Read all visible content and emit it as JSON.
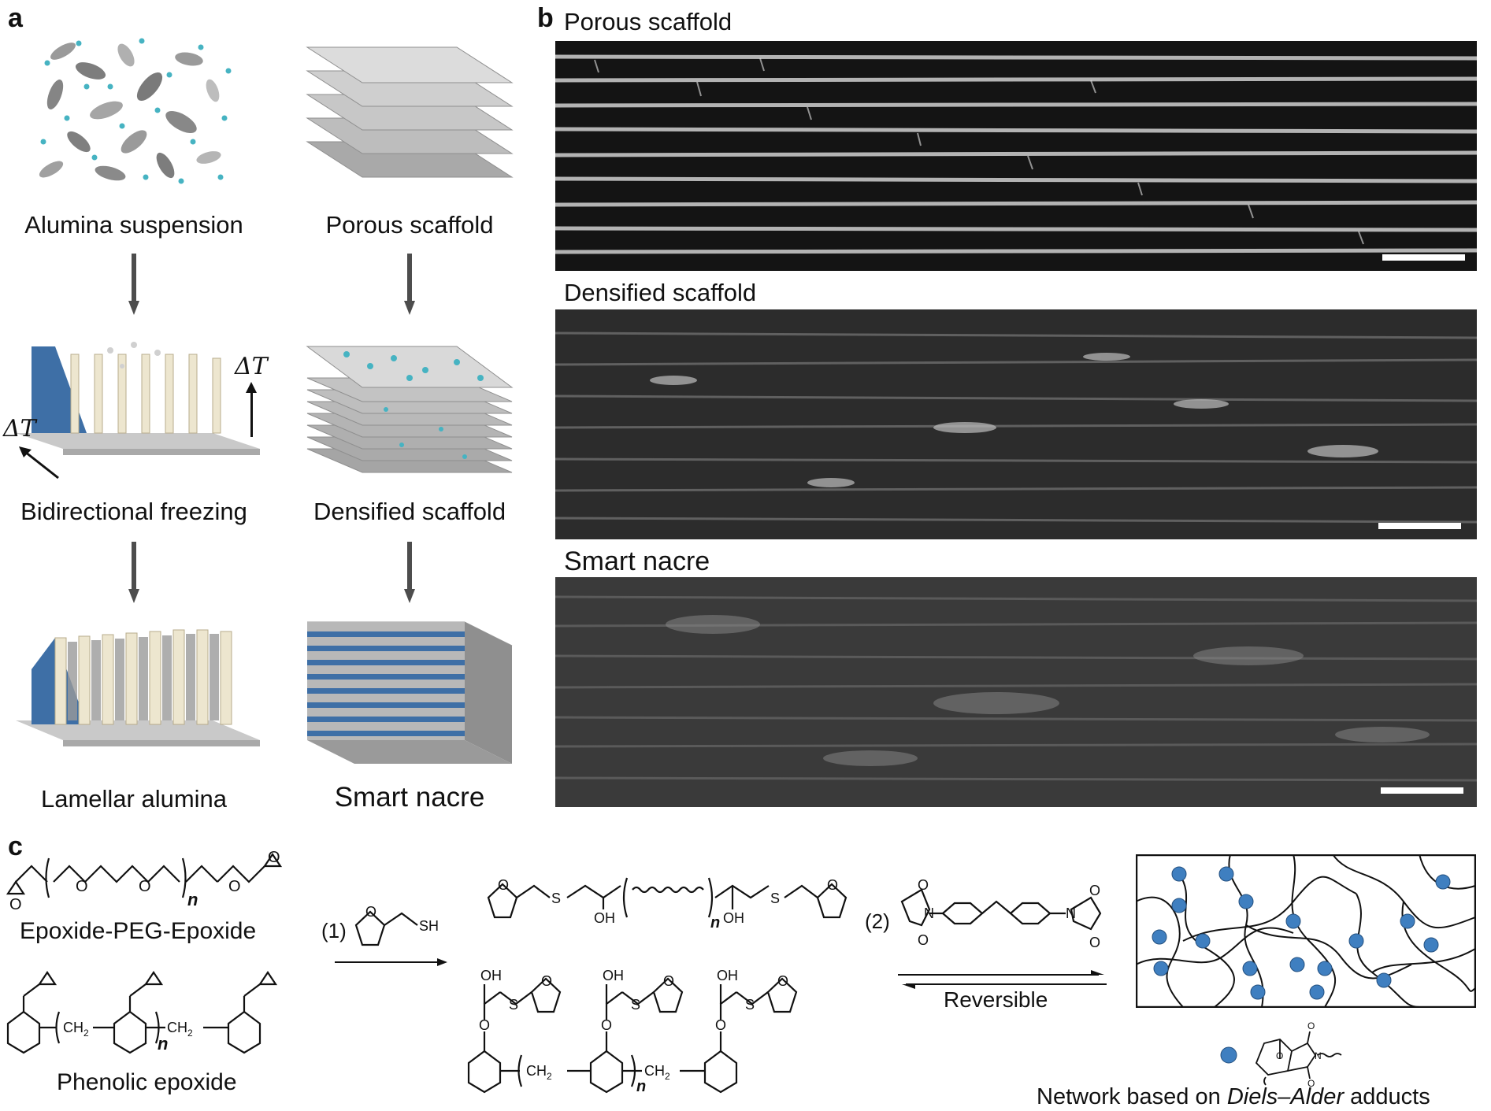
{
  "panels": {
    "a": "a",
    "b": "b",
    "c": "c"
  },
  "panel_a": {
    "steps_left": [
      "Alumina suspension",
      "Bidirectional freezing",
      "Lamellar alumina"
    ],
    "steps_right": [
      "Porous scaffold",
      "Densified scaffold",
      "Smart nacre"
    ],
    "delta_t_vertical": "ΔT",
    "delta_t_horizontal": "ΔT"
  },
  "panel_b": {
    "images": [
      {
        "label": "Porous scaffold"
      },
      {
        "label": "Densified scaffold"
      },
      {
        "label": "Smart nacre"
      }
    ]
  },
  "panel_c": {
    "epoxide_peg": "Epoxide-PEG-Epoxide",
    "phenolic_epoxide": "Phenolic epoxide",
    "step1": "(1)",
    "sh": "SH",
    "step2": "(2)",
    "reversible": "Reversible",
    "network_pre": "Network based on ",
    "network_em": "Diels–Alder",
    "network_post": " adducts",
    "n": "n",
    "oh": "OH",
    "s": "S",
    "o": "O",
    "n_atom": "N",
    "ch2": "CH",
    "sub2": "2"
  },
  "colors": {
    "arrow": "#4d4d4d",
    "bead": "#3f7fc0",
    "blue_layer": "#3e6fa6",
    "cream": "#ede6cf",
    "gray_layer": "#b9b9b9"
  }
}
